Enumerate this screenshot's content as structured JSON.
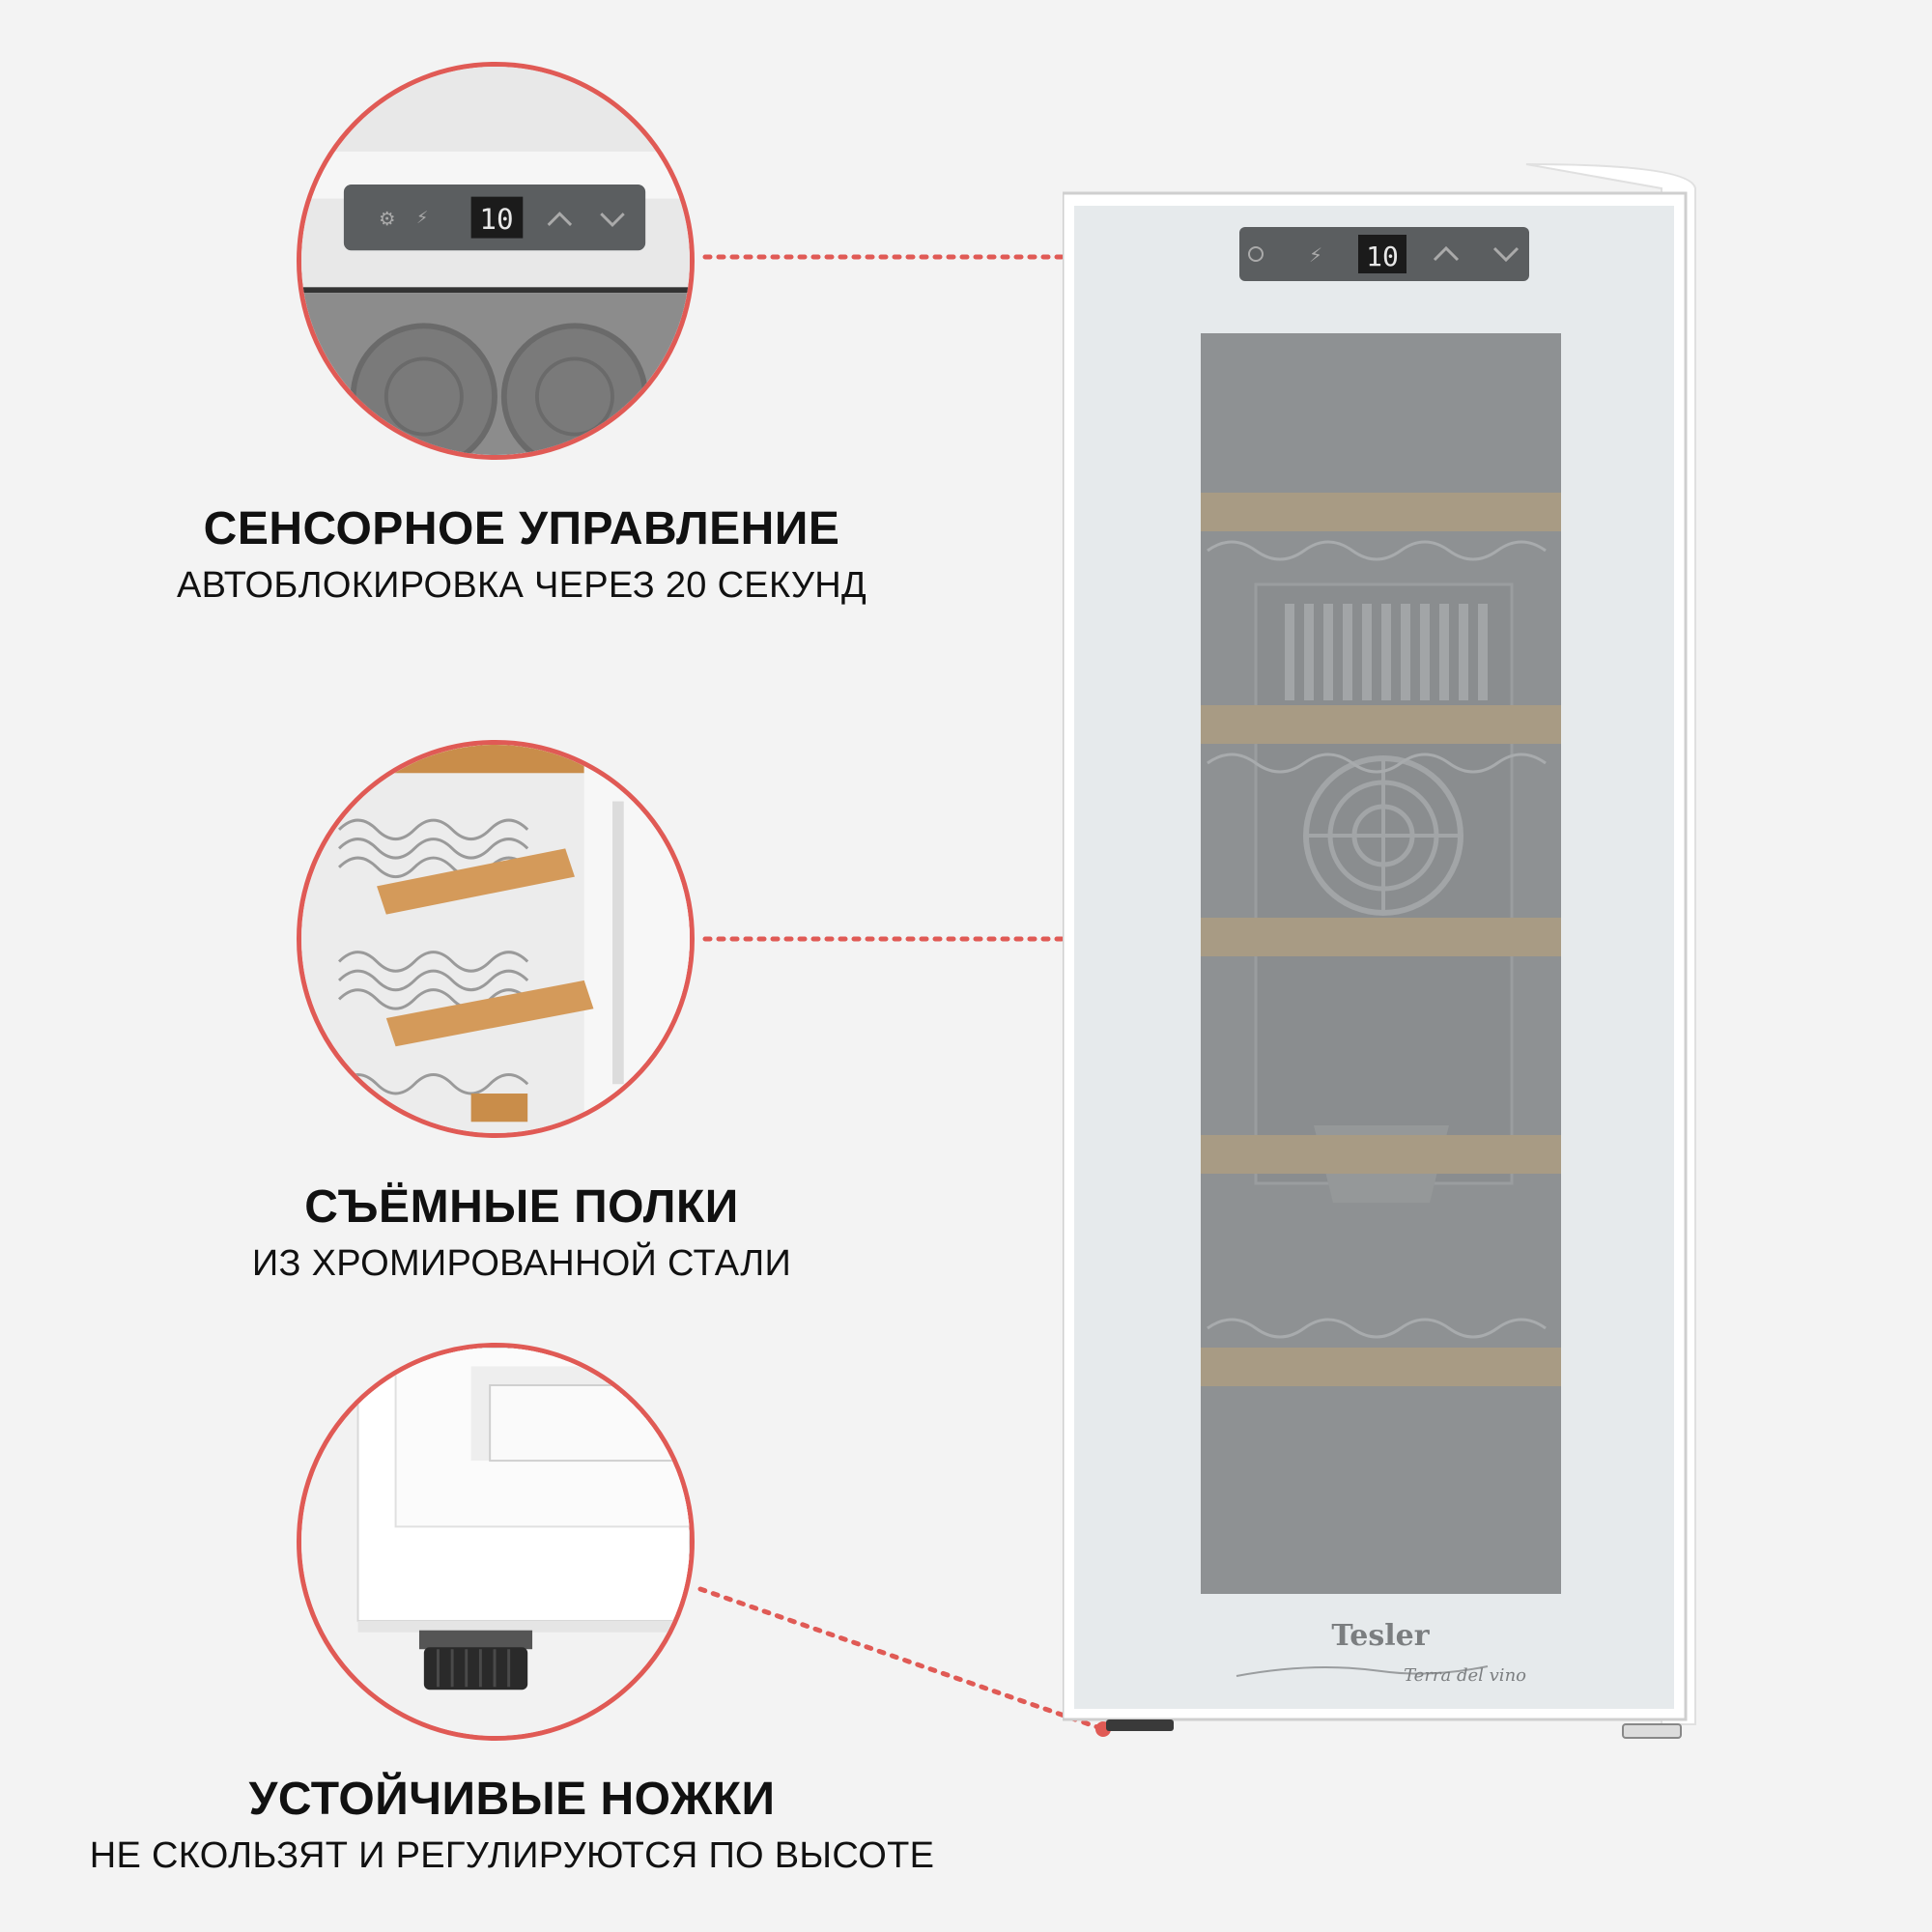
{
  "colors": {
    "accent": "#e05a55",
    "background": "#f3f3f3",
    "text": "#111111"
  },
  "features": [
    {
      "title": "СЕНСОРНОЕ УПРАВЛЕНИЕ",
      "subtitle": "АВТОБЛОКИРОВКА ЧЕРЕЗ 20 СЕКУНД",
      "image": "touch-control-panel-closeup"
    },
    {
      "title": "СЪЁМНЫЕ ПОЛКИ",
      "subtitle": "ИЗ ХРОМИРОВАННОЙ СТАЛИ",
      "image": "chrome-shelves-closeup"
    },
    {
      "title": "УСТОЙЧИВЫЕ НОЖКИ",
      "subtitle": "НЕ СКОЛЬЗЯТ И РЕГУЛИРУЮТСЯ ПО ВЫСОТЕ",
      "image": "adjustable-foot-closeup"
    }
  ],
  "product": {
    "display_value": "10",
    "brand": "Tesler",
    "series": "Terra del vino"
  }
}
